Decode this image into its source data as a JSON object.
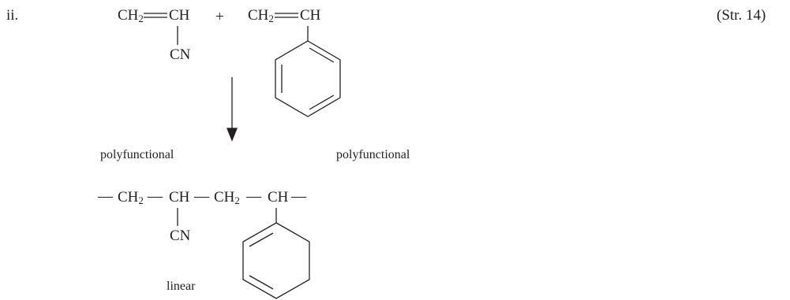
{
  "label": "ii.",
  "structure_ref": "(Str. 14)",
  "reactants": {
    "acrylonitrile": {
      "main_group": "CH",
      "ch2": "CH",
      "ch2_sub": "2",
      "ch": "CH",
      "substituent": "CN"
    },
    "plus": "+",
    "styrene": {
      "ch2": "CH",
      "ch2_sub": "2",
      "ch": "CH"
    }
  },
  "annotations": {
    "left": "polyfunctional",
    "right": "polyfunctional",
    "bottom": "linear"
  },
  "product": {
    "dash": "—",
    "g1": "CH",
    "g1_sub": "2",
    "g2": "CH",
    "g3": "CH",
    "g3_sub": "2",
    "g4": "CH",
    "substituent": "CN"
  },
  "colors": {
    "ink": "#231f20",
    "background": "#ffffff"
  }
}
